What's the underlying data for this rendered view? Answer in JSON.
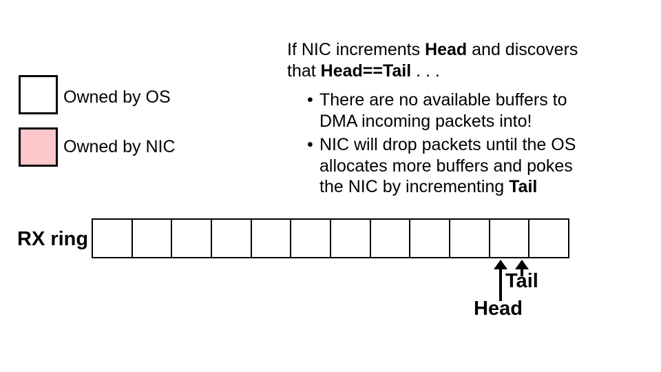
{
  "legend": {
    "items": [
      {
        "key": "os",
        "label": "Owned by OS"
      },
      {
        "key": "nic",
        "label": "Owned by NIC"
      }
    ]
  },
  "colors": {
    "os": "#FFFFFF",
    "nic": "#FCC8CC",
    "line": "#000000"
  },
  "explanation": {
    "line1": {
      "pre": "If NIC increments ",
      "bold": "Head",
      "post": " and discovers"
    },
    "line2": {
      "pre": "that ",
      "bold": "Head==Tail",
      "post": " . . ."
    },
    "bullet_char": "•",
    "bullets": [
      {
        "lines": [
          "There are no available buffers to",
          "DMA incoming packets into!"
        ]
      },
      {
        "lines": [
          "NIC will drop packets until the OS",
          "allocates more buffers and pokes"
        ],
        "last_line_pre": "the NIC by incrementing ",
        "last_line_bold": "Tail"
      }
    ]
  },
  "ring": {
    "label": "RX ring",
    "cell_count": 12,
    "cells": [
      "os",
      "os",
      "os",
      "os",
      "os",
      "os",
      "os",
      "os",
      "os",
      "os",
      "os",
      "os"
    ]
  },
  "pointers": {
    "head_label": "Head",
    "tail_label": "Tail",
    "head_cell_index": 10,
    "tail_cell_index": 10
  }
}
